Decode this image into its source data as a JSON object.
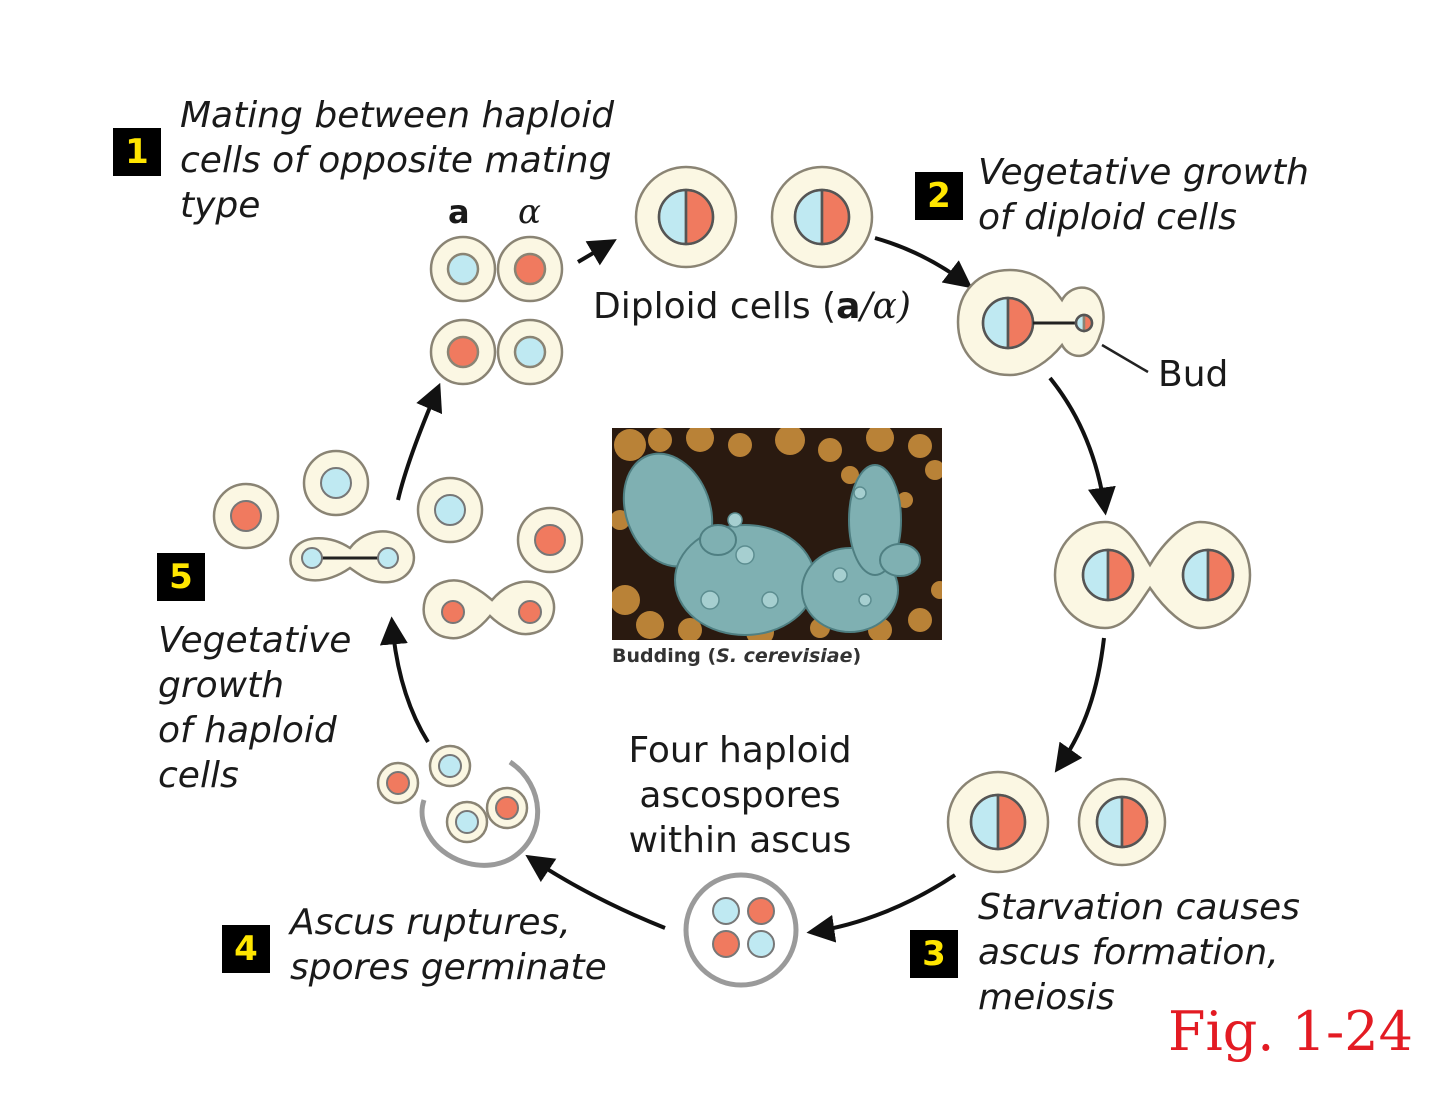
{
  "steps": {
    "s1": {
      "num": "1",
      "caption": "Mating between haploid\ncells of opposite mating\ntype"
    },
    "s2": {
      "num": "2",
      "caption": "Vegetative growth\nof diploid cells"
    },
    "s3": {
      "num": "3",
      "caption": "Starvation causes\nascus formation,\nmeiosis"
    },
    "s4": {
      "num": "4",
      "caption": "Ascus ruptures,\nspores germinate"
    },
    "s5": {
      "num": "5",
      "caption": "Vegetative\ngrowth\nof haploid\ncells"
    }
  },
  "labels": {
    "mating_type_a": "a",
    "mating_type_alpha": "α",
    "diploid_prefix": "Diploid cells (",
    "diploid_a": "a",
    "diploid_alpha": "/α)",
    "bud": "Bud",
    "ascospores": "Four haploid\nascospores\nwithin ascus"
  },
  "photo": {
    "caption_prefix": "Budding (",
    "caption_species": "S. cerevisiae",
    "caption_suffix": ")"
  },
  "figure_label": "Fig. 1-24",
  "colors": {
    "cell_wall": "#fbf7e3",
    "cell_outline": "#8a8474",
    "nucleus_a": "#bfe9f2",
    "nucleus_alpha": "#f07a5f",
    "step_badge": "#000000",
    "step_number": "#ffe600",
    "figure_label": "#e31b23"
  }
}
